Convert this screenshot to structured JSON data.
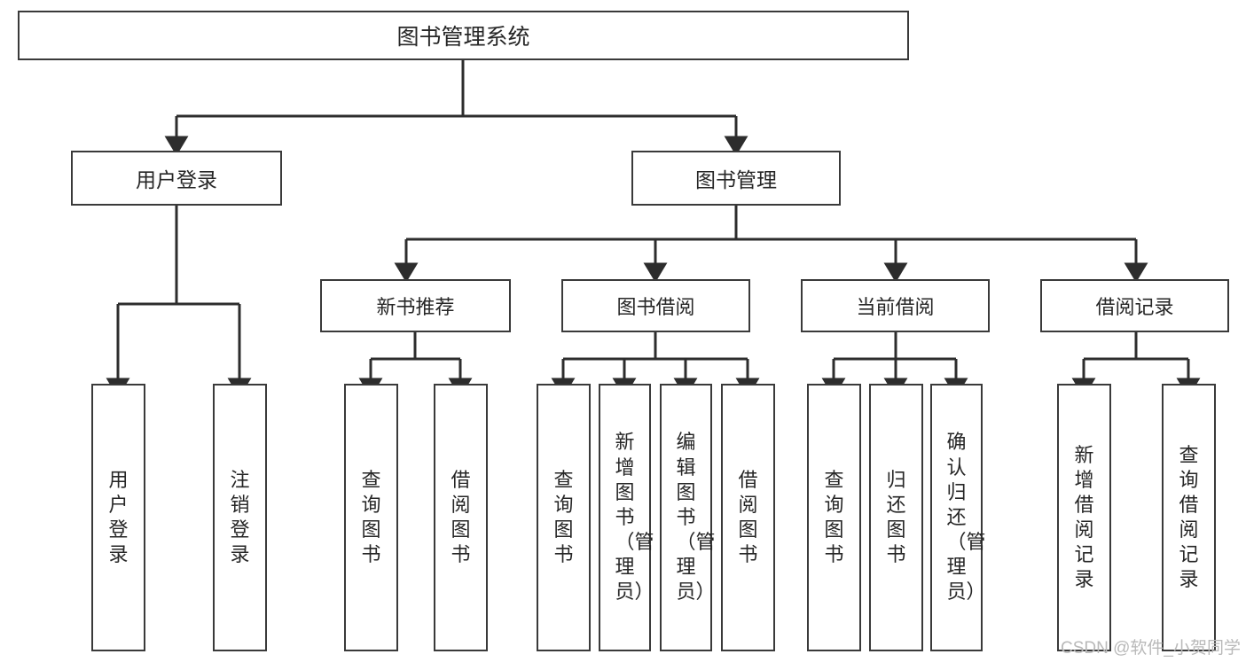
{
  "diagram": {
    "title": "图书管理系统",
    "type": "tree-hierarchy-diagram",
    "colors": {
      "box_border": "#3a3a3a",
      "box_fill": "#ffffff",
      "edge": "#2d2d2d",
      "text": "#262626",
      "watermark": "#b9b9b9",
      "background": "#ffffff"
    },
    "root": {
      "label": "图书管理系统"
    },
    "level1": [
      {
        "label": "用户登录"
      },
      {
        "label": "图书管理"
      }
    ],
    "level2": [
      {
        "label": "新书推荐"
      },
      {
        "label": "图书借阅"
      },
      {
        "label": "当前借阅"
      },
      {
        "label": "借阅记录"
      }
    ],
    "leaves": {
      "user_login": [
        {
          "label": "用户登录"
        },
        {
          "label": "注销登录"
        }
      ],
      "new_book_recommend": [
        {
          "label": "查询图书"
        },
        {
          "label": "借阅图书"
        }
      ],
      "book_borrow": [
        {
          "label": "查询图书"
        },
        {
          "label": "新增图书（管理员）"
        },
        {
          "label": "编辑图书（管理员）"
        },
        {
          "label": "借阅图书"
        }
      ],
      "current_borrow": [
        {
          "label": "查询图书"
        },
        {
          "label": "归还图书"
        },
        {
          "label": "确认归还（管理员）"
        }
      ],
      "borrow_record": [
        {
          "label": "新增借阅记录"
        },
        {
          "label": "查询借阅记录"
        }
      ]
    }
  },
  "watermark": {
    "text": "CSDN @软件_小贺同学"
  }
}
